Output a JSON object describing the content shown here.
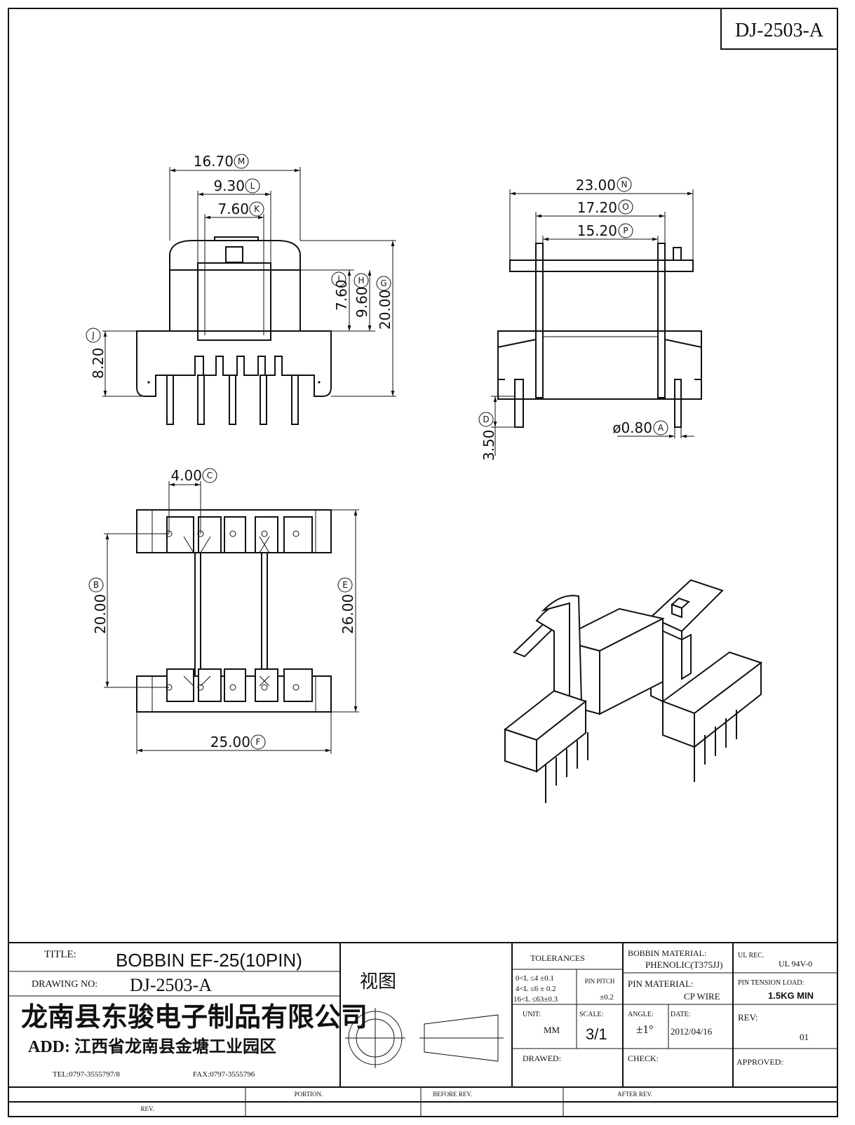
{
  "drawing_id": "DJ-2503-A",
  "dims": {
    "M": {
      "val": "16.70",
      "tag": "M"
    },
    "L": {
      "val": "9.30",
      "tag": "L"
    },
    "K": {
      "val": "7.60",
      "tag": "K"
    },
    "I": {
      "val": "7.60",
      "tag": "I"
    },
    "H": {
      "val": "9.60",
      "tag": "H"
    },
    "G": {
      "val": "20.00",
      "tag": "G"
    },
    "J": {
      "val": "8.20",
      "tag": "J"
    },
    "N": {
      "val": "23.00",
      "tag": "N"
    },
    "O": {
      "val": "17.20",
      "tag": "O"
    },
    "P": {
      "val": "15.20",
      "tag": "P"
    },
    "D": {
      "val": "3.50",
      "tag": "D"
    },
    "A": {
      "val": "ø0.80",
      "tag": "A"
    },
    "C": {
      "val": "4.00",
      "tag": "C"
    },
    "B": {
      "val": "20.00",
      "tag": "B"
    },
    "E": {
      "val": "26.00",
      "tag": "E"
    },
    "F": {
      "val": "25.00",
      "tag": "F"
    }
  },
  "title_block": {
    "title_label": "TITLE:",
    "title_value": "BOBBIN  EF-25(10PIN)",
    "drawing_no_label": "DRAWING NO:",
    "drawing_no_value": "DJ-2503-A",
    "view_label": "视图",
    "company": "龙南县东骏电子制品有限公司",
    "address": "ADD: 江西省龙南县金塘工业园区",
    "tel": "TEL:0797-3555797/8",
    "fax": "FAX:0797-3555796",
    "tolerances_label": "TOLERANCES",
    "tol_1": "0<L ≤4  ±0.1",
    "tol_2": "4<L ≤6  ± 0.2",
    "tol_3": "16<L ≤63±0.3",
    "pin_pitch_label": "PIN PITCH",
    "pin_pitch_value": "±0.2",
    "unit_label": "UNIT:",
    "unit_value": "MM",
    "scale_label": "SCALE:",
    "scale_value": "3/1",
    "angle_label": "ANGLE:",
    "angle_value": "±1°",
    "date_label": "DATE:",
    "date_value": "2012/04/16",
    "drawed_label": "DRAWED:",
    "check_label": "CHECK:",
    "bobbin_material_label": "BOBBIN MATERIAL:",
    "bobbin_material_value": "PHENOLIC(T375JJ)",
    "pin_material_label": "PIN MATERIAL:",
    "pin_material_value": "CP WIRE",
    "ul_rec_label": "UL REC.",
    "ul_rec_value": "UL  94V-0",
    "pin_tension_label": "PIN TENSION LOAD:",
    "pin_tension_value": "1.5KG MIN",
    "rev_label": "REV:",
    "rev_value": "01",
    "approved_label": "APPROVED:",
    "bottom_rev": "REV.",
    "bottom_portion": "PORTION.",
    "bottom_before": "BEFORE REV.",
    "bottom_after": "AFTER REV."
  }
}
